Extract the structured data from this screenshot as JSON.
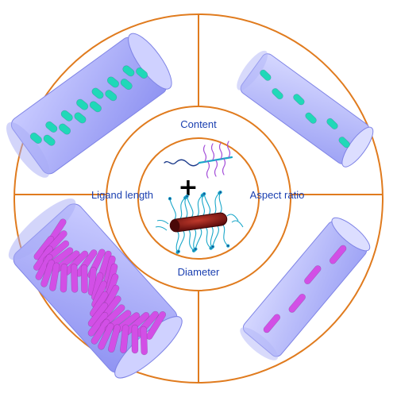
{
  "labels": {
    "top": "Content",
    "left": "Ligand length",
    "right": "Aspect ratio",
    "bottom": "Diameter"
  },
  "center_symbol": "+",
  "colors": {
    "ring": "#e07b1e",
    "label": "#1a3fb0",
    "cylinder": "#b5b8f7",
    "cyan_rod": "#20d8b8",
    "magenta_rod": "#d24fe6",
    "nanorod": "#8b1a1a",
    "ligand_cyan": "#1aa7c9",
    "ligand_purple": "#a24bd8"
  }
}
